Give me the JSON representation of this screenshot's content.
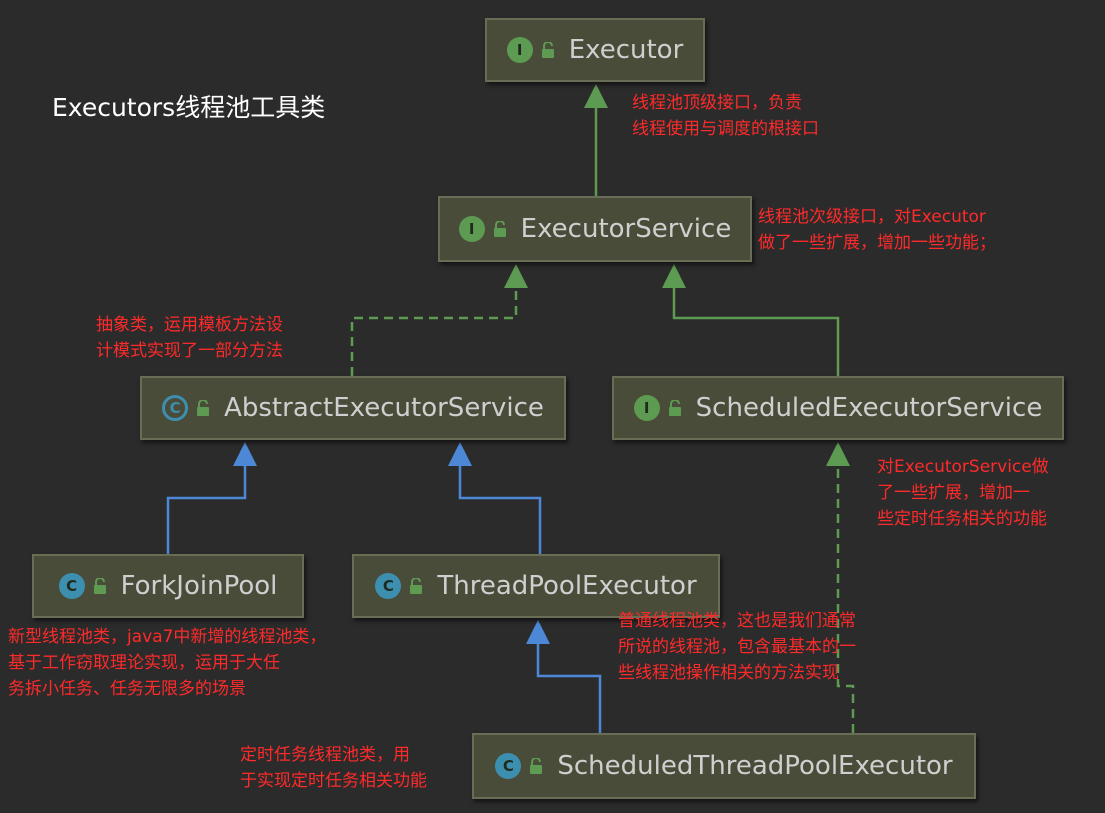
{
  "title": "Executors线程池工具类",
  "colors": {
    "background": "#2b2b2b",
    "node_fill": "#4a4c3a",
    "node_border": "#6a6d56",
    "node_text": "#cfcfcf",
    "interface_badge": "#5e9b52",
    "class_badge": "#3d8fb0",
    "implements_edge": "#5e9b52",
    "extends_edge": "#4d88d6",
    "note_text": "#ff2a2a"
  },
  "nodes": {
    "executor": {
      "label": "Executor",
      "kind": "interface",
      "badge": "I"
    },
    "executor_service": {
      "label": "ExecutorService",
      "kind": "interface",
      "badge": "I"
    },
    "abstract_executor_service": {
      "label": "AbstractExecutorService",
      "kind": "abstract-class",
      "badge": "C"
    },
    "scheduled_executor_service": {
      "label": "ScheduledExecutorService",
      "kind": "interface",
      "badge": "I"
    },
    "fork_join_pool": {
      "label": "ForkJoinPool",
      "kind": "class",
      "badge": "C"
    },
    "thread_pool_executor": {
      "label": "ThreadPoolExecutor",
      "kind": "class",
      "badge": "C"
    },
    "scheduled_thread_pool_executor": {
      "label": "ScheduledThreadPoolExecutor",
      "kind": "class",
      "badge": "C"
    }
  },
  "notes": {
    "executor": [
      "线程池顶级接口，负责",
      "线程使用与调度的根接口"
    ],
    "executor_service": [
      "线程池次级接口，对Executor",
      "做了一些扩展，增加一些功能；"
    ],
    "abstract_executor_service": [
      "抽象类，运用模板方法设",
      "计模式实现了一部分方法"
    ],
    "scheduled_executor_service": [
      "对ExecutorService做",
      "了一些扩展，增加一",
      "些定时任务相关的功能"
    ],
    "fork_join_pool": [
      "新型线程池类，java7中新增的线程池类，",
      "基于工作窃取理论实现，运用于大任",
      "务拆小任务、任务无限多的场景"
    ],
    "thread_pool_executor": [
      "普通线程池类，这也是我们通常",
      "所说的线程池，包含最基本的一",
      "些线程池操作相关的方法实现"
    ],
    "scheduled_thread_pool_executor": [
      "定时任务线程池类，用",
      "于实现定时任务相关功能"
    ]
  },
  "edges": [
    {
      "from": "executor_service",
      "to": "executor",
      "relation": "extends-interface"
    },
    {
      "from": "abstract_executor_service",
      "to": "executor_service",
      "relation": "implements"
    },
    {
      "from": "scheduled_executor_service",
      "to": "executor_service",
      "relation": "extends-interface"
    },
    {
      "from": "fork_join_pool",
      "to": "abstract_executor_service",
      "relation": "extends"
    },
    {
      "from": "thread_pool_executor",
      "to": "abstract_executor_service",
      "relation": "extends"
    },
    {
      "from": "scheduled_thread_pool_executor",
      "to": "thread_pool_executor",
      "relation": "extends"
    },
    {
      "from": "scheduled_thread_pool_executor",
      "to": "scheduled_executor_service",
      "relation": "implements"
    }
  ]
}
